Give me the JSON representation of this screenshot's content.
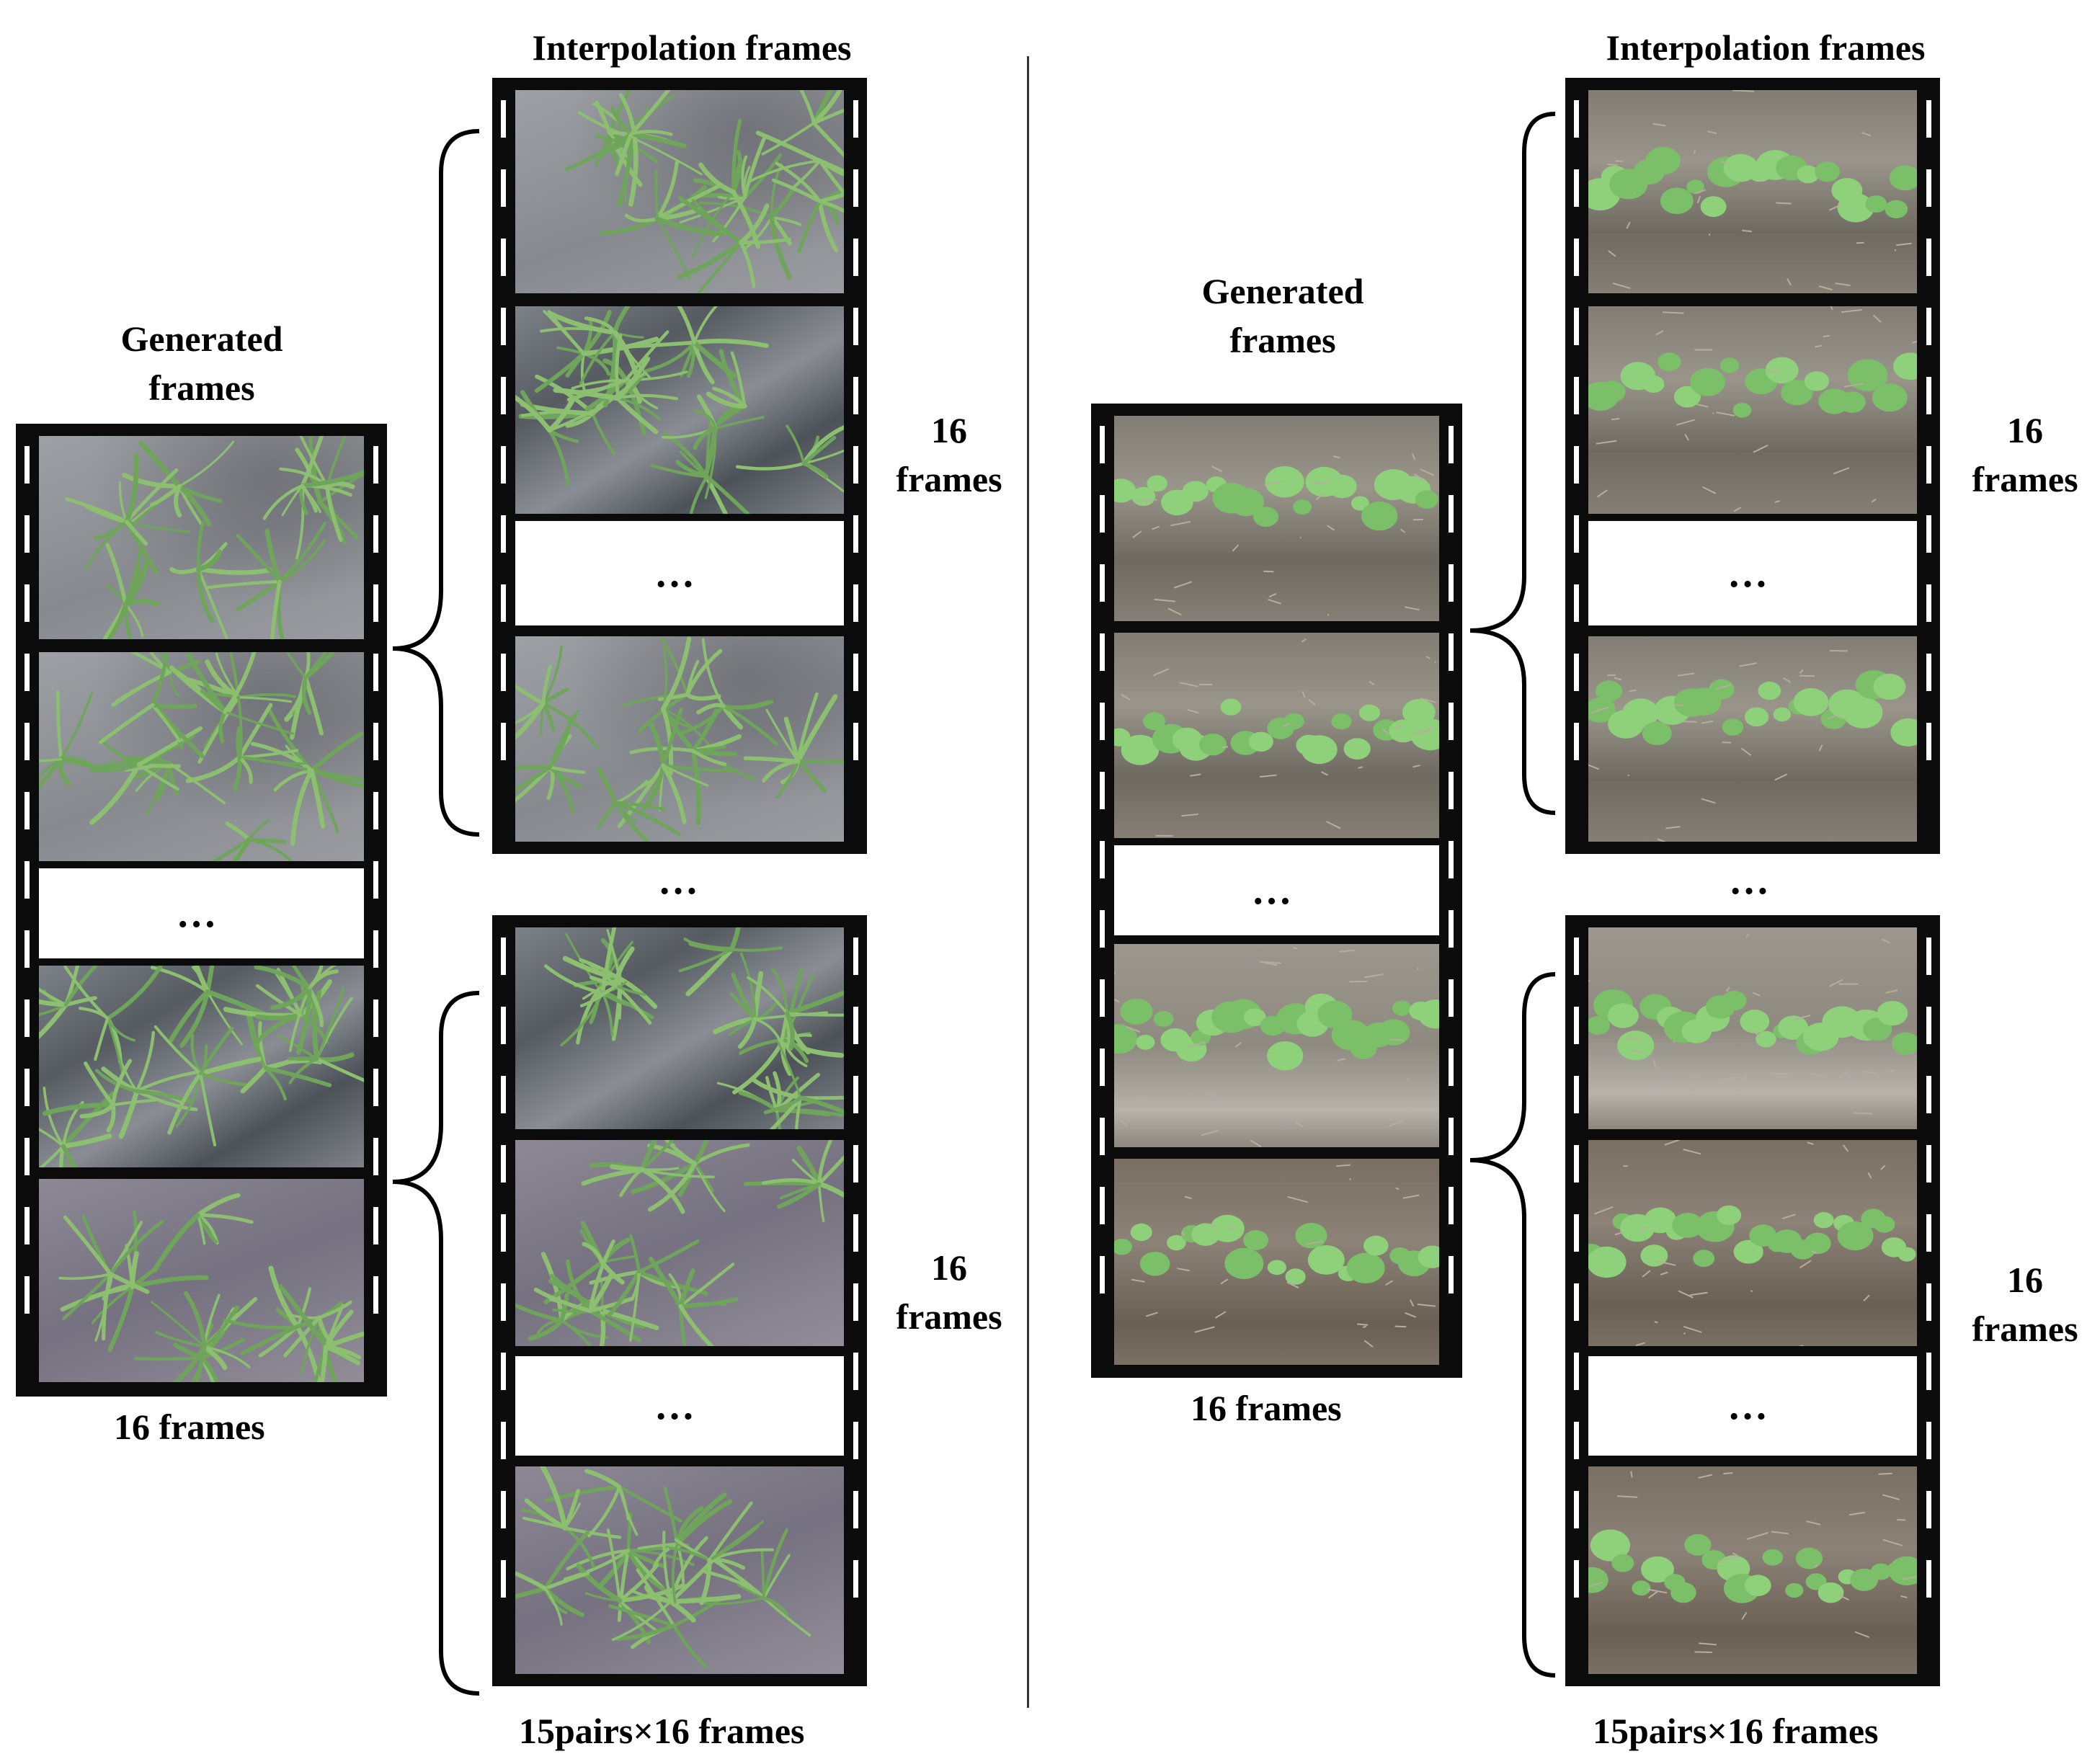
{
  "left_panel": {
    "generated_label": [
      "Generated",
      "frames"
    ],
    "generated_caption": "16 frames",
    "interpolation_label": "Interpolation frames",
    "group_top_label": [
      "16",
      "frames"
    ],
    "group_bottom_label": [
      "16",
      "frames"
    ],
    "interpolation_caption": "15pairs×16 frames",
    "ellipsis": "…"
  },
  "right_panel": {
    "generated_label": [
      "Generated",
      "frames"
    ],
    "generated_caption": "16 frames",
    "interpolation_label": "Interpolation frames",
    "group_top_label": [
      "16",
      "frames"
    ],
    "group_bottom_label": [
      "16",
      "frames"
    ],
    "interpolation_caption": "15pairs×16 frames",
    "ellipsis": "…"
  },
  "colors": {
    "film": "#0b0b0b",
    "rice_leaf": "#6fa55a",
    "bean_leaf": "#8fd07a",
    "background": "#ffffff"
  }
}
